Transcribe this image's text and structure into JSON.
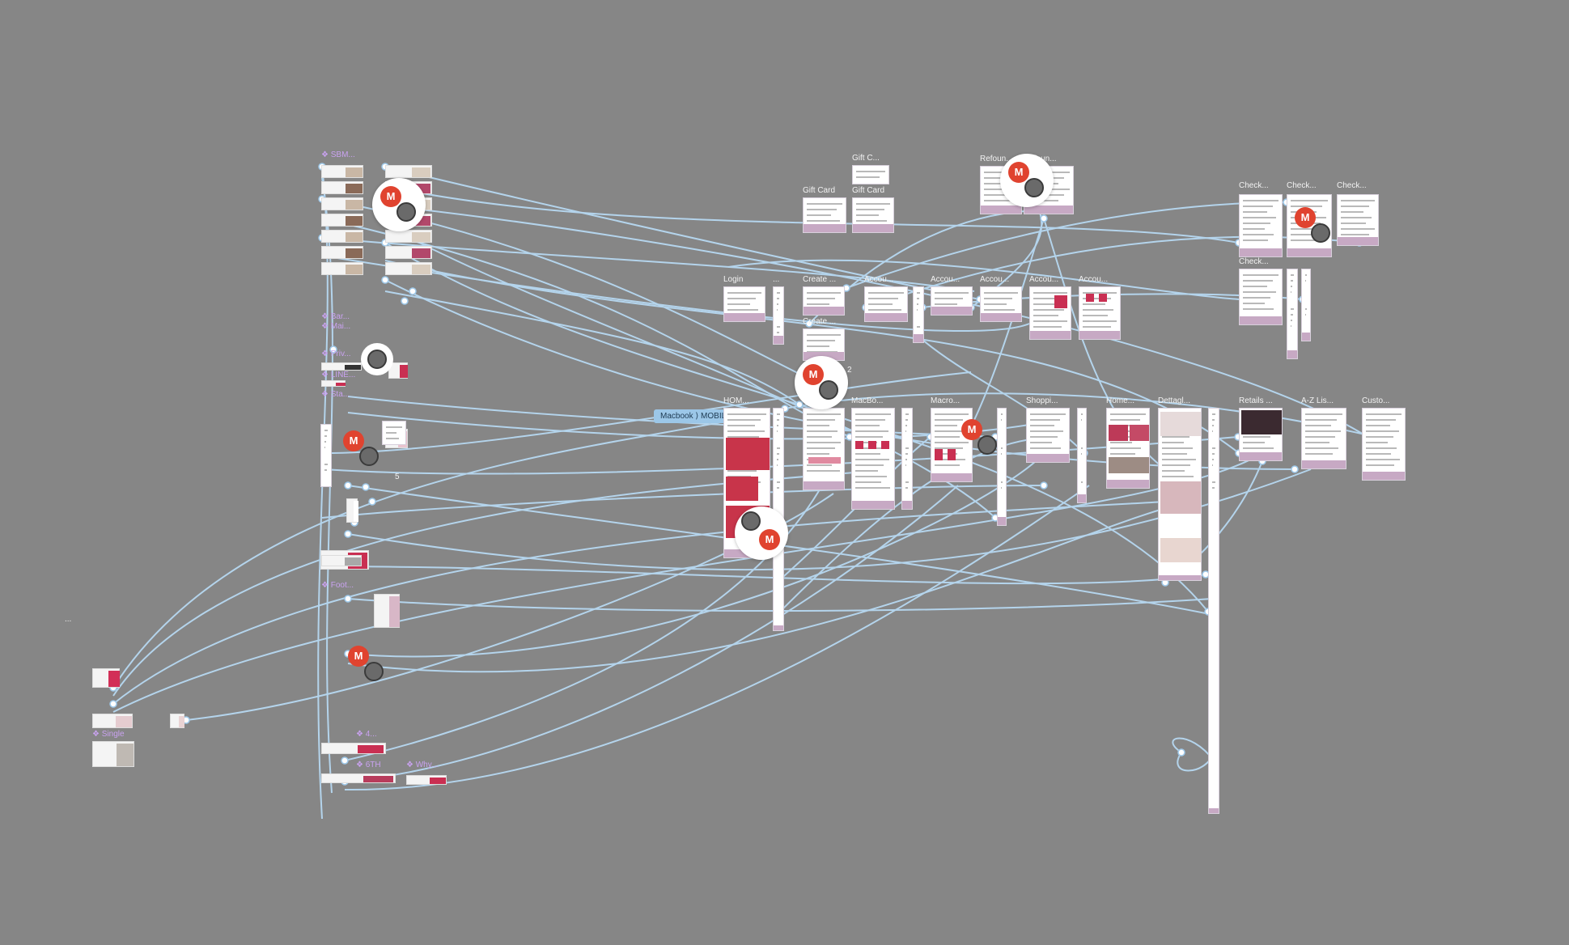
{
  "canvas": {
    "background": "#868686",
    "connector_color": "#b7d9f2",
    "accent_avatar": "#e0432f"
  },
  "component_labels": {
    "sbm": "❖ SBM...",
    "bar": "❖ Bar...",
    "mai": "❖ Mai...",
    "priv": "❖ Priv...",
    "line": "❖ LINE...",
    "sta": "❖ Sta...",
    "foot": "❖ Foot...",
    "single": "❖ Single",
    "four": "❖ 4...",
    "sixth": "❖ 6TH",
    "why": "❖ Why..."
  },
  "frame_labels": {
    "gift_card_c": "Gift C...",
    "gift_card_1": "Gift Card",
    "gift_card_2": "Gift Card",
    "refound": "Refoun...",
    "refound_2": "Refoun...",
    "check_1": "Check...",
    "check_2": "Check...",
    "check_3": "Check...",
    "check_4": "Check...",
    "login": "Login",
    "login_dots": "...",
    "create": "Create ...",
    "create_2": "Create ...",
    "account_1": "Accou...",
    "account_2": "Accou...",
    "account_3": "Accou...",
    "account_4": "Accou...",
    "account_5": "Accou...",
    "home": "HOM...",
    "macbo": "MacBo...",
    "macro": "Macro...",
    "shoppi": "Shoppi...",
    "homep": "Home...",
    "dettag": "Dettagl...",
    "retails": "Retails ...",
    "az_list": "A-Z Lis...",
    "custo": "Custo...",
    "dots_generic": "...",
    "num_2": "2",
    "num_5": "5"
  },
  "avatars": {
    "initial": "M"
  },
  "tooltip": {
    "text": "Macbook ⟩ MOBILE ⟩"
  }
}
